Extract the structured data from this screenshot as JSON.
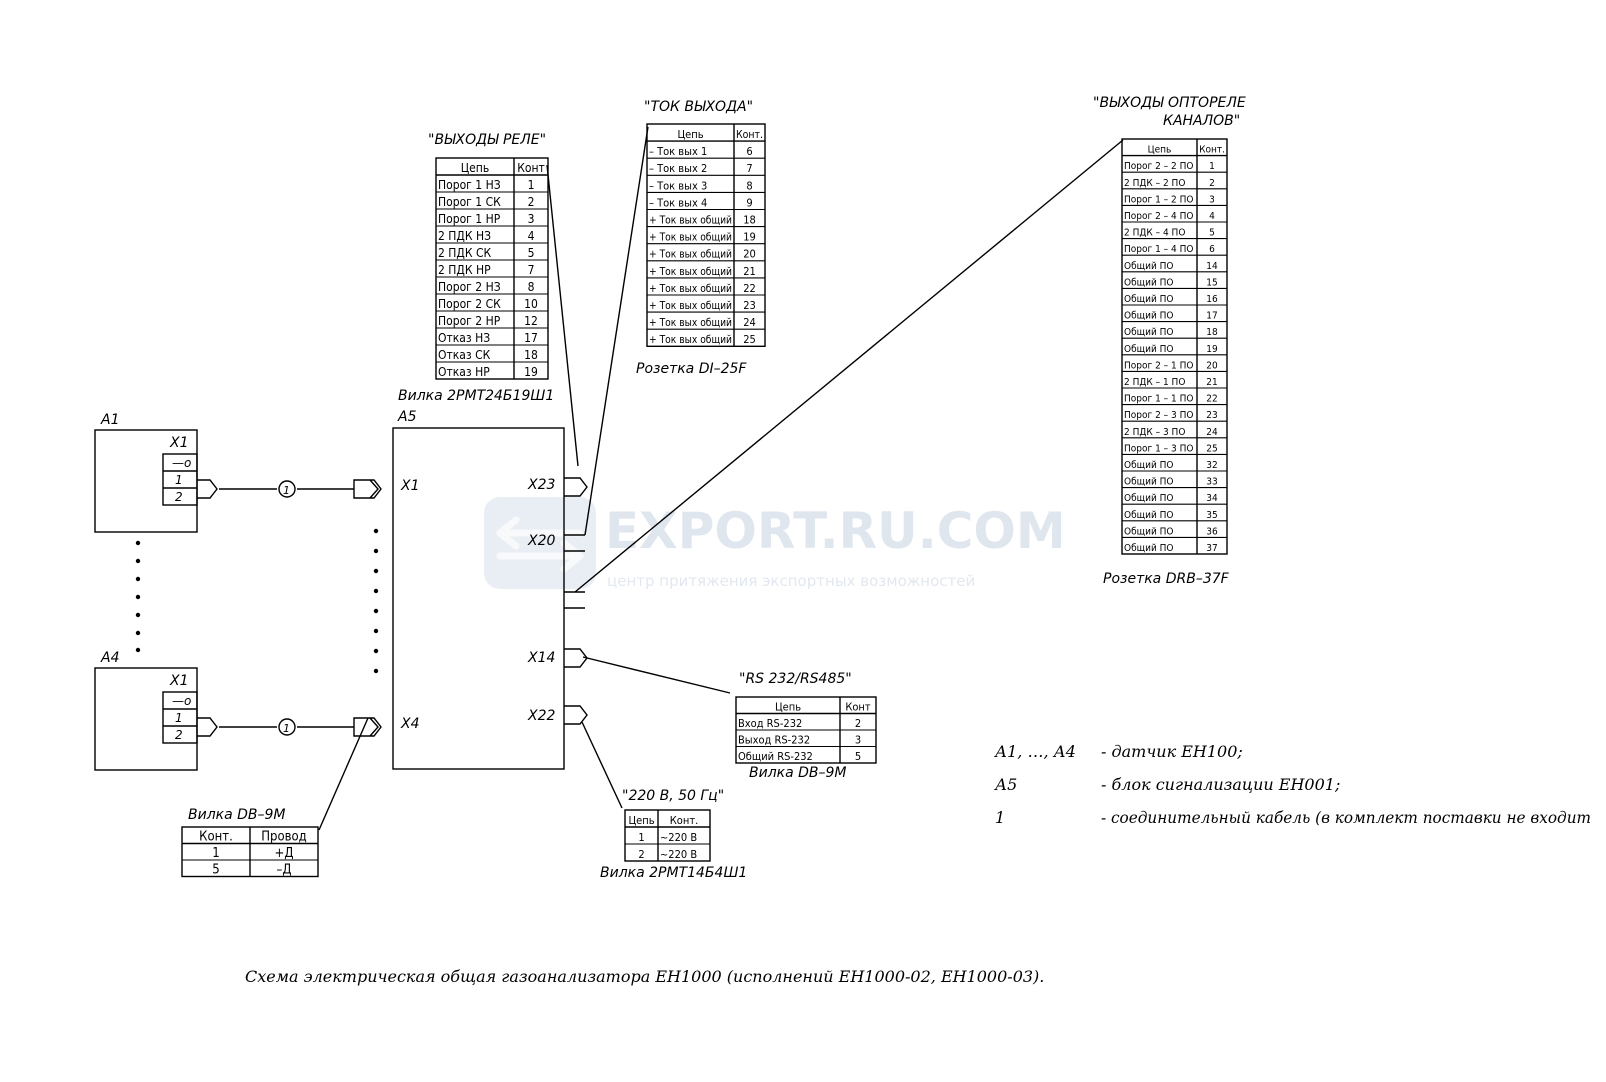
{
  "watermark": {
    "text": "EXPORT.RU.COM",
    "tagline": "центр притяжения экспортных возможностей"
  },
  "sensors": [
    {
      "id": "A1",
      "connector": "X1",
      "pins": [
        "—o",
        "1",
        "2"
      ],
      "cable": "1"
    },
    {
      "id": "A4",
      "connector": "X1",
      "pins": [
        "—o",
        "1",
        "2"
      ],
      "cable": "1"
    }
  ],
  "unit": {
    "id": "A5",
    "plug_label": "Вилка 2РМТ24Б19Ш1",
    "ports_left": [
      "X1",
      "X4"
    ],
    "ports_right": [
      "X23",
      "X20",
      "X14",
      "X22"
    ]
  },
  "relay_outputs": {
    "title": "\"ВЫХОДЫ РЕЛЕ\"",
    "headers": [
      "Цепь",
      "Конт"
    ],
    "rows": [
      [
        "Порог 1   НЗ",
        "1"
      ],
      [
        "Порог 1   СК",
        "2"
      ],
      [
        "Порог 1   НР",
        "3"
      ],
      [
        "2 ПДК  НЗ",
        "4"
      ],
      [
        "2 ПДК  СК",
        "5"
      ],
      [
        "2 ПДК  НР",
        "7"
      ],
      [
        "Порог 2   НЗ",
        "8"
      ],
      [
        "Порог 2   СК",
        "10"
      ],
      [
        "Порог 2   НР",
        "12"
      ],
      [
        "Отказ  НЗ",
        "17"
      ],
      [
        "Отказ  СК",
        "18"
      ],
      [
        "Отказ  НР",
        "19"
      ]
    ]
  },
  "current_outputs": {
    "title": "\"ТОК ВЫХОДА\"",
    "headers": [
      "Цепь",
      "Конт."
    ],
    "rows": [
      [
        "–  Ток вых 1",
        "6"
      ],
      [
        "–  Ток вых 2",
        "7"
      ],
      [
        "–  Ток вых 3",
        "8"
      ],
      [
        "–  Ток вых 4",
        "9"
      ],
      [
        "+  Ток вых общий",
        "18"
      ],
      [
        "+  Ток вых общий",
        "19"
      ],
      [
        "+  Ток вых общий",
        "20"
      ],
      [
        "+  Ток вых общий",
        "21"
      ],
      [
        "+  Ток вых общий",
        "22"
      ],
      [
        "+  Ток вых общий",
        "23"
      ],
      [
        "+  Ток вых общий",
        "24"
      ],
      [
        "+  Ток вых общий",
        "25"
      ]
    ],
    "socket": "Розетка DI–25F"
  },
  "optorelay_outputs": {
    "title_line1": "\"ВЫХОДЫ  ОПТОРЕЛЕ",
    "title_line2": "КАНАЛОВ\"",
    "headers": [
      "Цепь",
      "Конт."
    ],
    "rows": [
      [
        "Порог 2 – 2 ПО",
        "1"
      ],
      [
        "2 ПДК – 2 ПО",
        "2"
      ],
      [
        "Порог 1 – 2 ПО",
        "3"
      ],
      [
        "Порог 2 – 4 ПО",
        "4"
      ],
      [
        "2 ПДК – 4 ПО",
        "5"
      ],
      [
        "Порог 1 – 4 ПО",
        "6"
      ],
      [
        "Общий ПО",
        "14"
      ],
      [
        "Общий ПО",
        "15"
      ],
      [
        "Общий ПО",
        "16"
      ],
      [
        "Общий ПО",
        "17"
      ],
      [
        "Общий ПО",
        "18"
      ],
      [
        "Общий ПО",
        "19"
      ],
      [
        "Порог 2 – 1 ПО",
        "20"
      ],
      [
        "2 ПДК – 1 ПО",
        "21"
      ],
      [
        "Порог 1 – 1 ПО",
        "22"
      ],
      [
        "Порог 2 – 3 ПО",
        "23"
      ],
      [
        "2 ПДК – 3 ПО",
        "24"
      ],
      [
        "Порог 1 – 3 ПО",
        "25"
      ],
      [
        "Общий ПО",
        "32"
      ],
      [
        "Общий ПО",
        "33"
      ],
      [
        "Общий ПО",
        "34"
      ],
      [
        "Общий ПО",
        "35"
      ],
      [
        "Общий ПО",
        "36"
      ],
      [
        "Общий ПО",
        "37"
      ]
    ],
    "socket": "Розетка DRB–37F"
  },
  "rs_interface": {
    "title": "\"RS 232/RS485\"",
    "headers": [
      "Цепь",
      "Конт"
    ],
    "rows": [
      [
        "Вход RS-232",
        "2"
      ],
      [
        "Выход RS-232",
        "3"
      ],
      [
        "Общий RS-232",
        "5"
      ]
    ],
    "plug": "Вилка DB–9M"
  },
  "power": {
    "title": "\"220  В,  50  Гц\"",
    "headers": [
      "Цепь",
      "Конт."
    ],
    "rows": [
      [
        "1",
        "~220  В"
      ],
      [
        "2",
        "~220  В"
      ]
    ],
    "plug": "Вилка 2РМТ14Б4Ш1"
  },
  "sensor_plug": {
    "label": "Вилка DB–9M",
    "headers": [
      "Конт.",
      "Провод"
    ],
    "rows": [
      [
        "1",
        "+Д"
      ],
      [
        "5",
        "–Д"
      ]
    ]
  },
  "legend": [
    {
      "key": "А1, …, А4",
      "desc": "-  датчик ЕН100;"
    },
    {
      "key": "А5",
      "desc": "-   блок сигнализации ЕН001;"
    },
    {
      "key": "1",
      "desc": "-  соединительный кабель (в комплект поставки не входит"
    }
  ],
  "caption": "Схема электрическая общая газоанализатора ЕН1000 (исполнений ЕН1000-02, ЕН1000-03)."
}
